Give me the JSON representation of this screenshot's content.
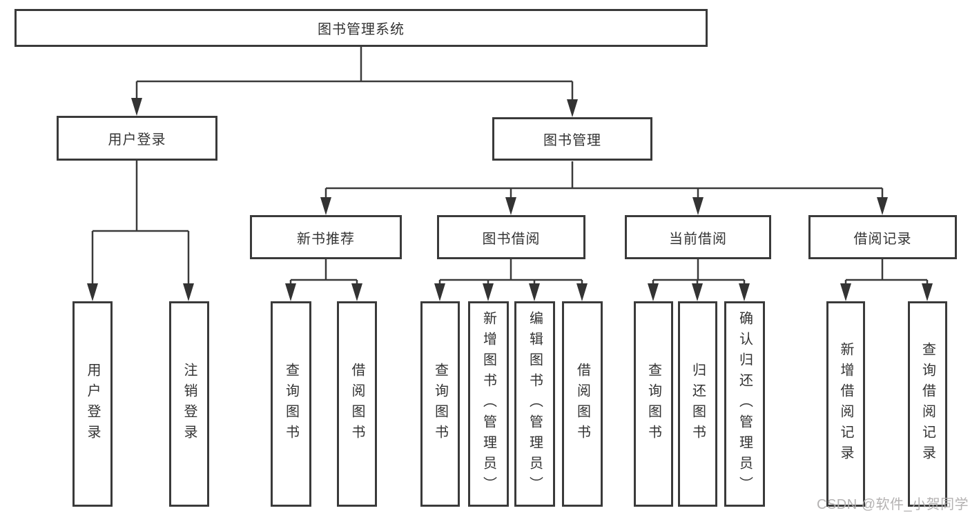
{
  "diagram": {
    "title": "图书管理系统",
    "colors": {
      "line": "#3a3a3a",
      "node_border": "#3a3a3a",
      "node_text": "#333333",
      "background": "#ffffff",
      "watermark_text_color": "#b0aeae"
    },
    "tree": {
      "label": "图书管理系统",
      "children": [
        {
          "label": "用户登录",
          "children": [
            {
              "label": "用户登录"
            },
            {
              "label": "注销登录"
            }
          ]
        },
        {
          "label": "图书管理",
          "children": [
            {
              "label": "新书推荐",
              "children": [
                {
                  "label": "查询图书"
                },
                {
                  "label": "借阅图书"
                }
              ]
            },
            {
              "label": "图书借阅",
              "children": [
                {
                  "label": "查询图书"
                },
                {
                  "label": "新增图书（管理员）"
                },
                {
                  "label": "编辑图书（管理员）"
                },
                {
                  "label": "借阅图书"
                }
              ]
            },
            {
              "label": "当前借阅",
              "children": [
                {
                  "label": "查询图书"
                },
                {
                  "label": "归还图书"
                },
                {
                  "label": "确认归还（管理员）"
                }
              ]
            },
            {
              "label": "借阅记录",
              "children": [
                {
                  "label": "新增借阅记录"
                },
                {
                  "label": "查询借阅记录"
                }
              ]
            }
          ]
        }
      ]
    },
    "watermark": "CSDN @软件_小贺同学"
  }
}
